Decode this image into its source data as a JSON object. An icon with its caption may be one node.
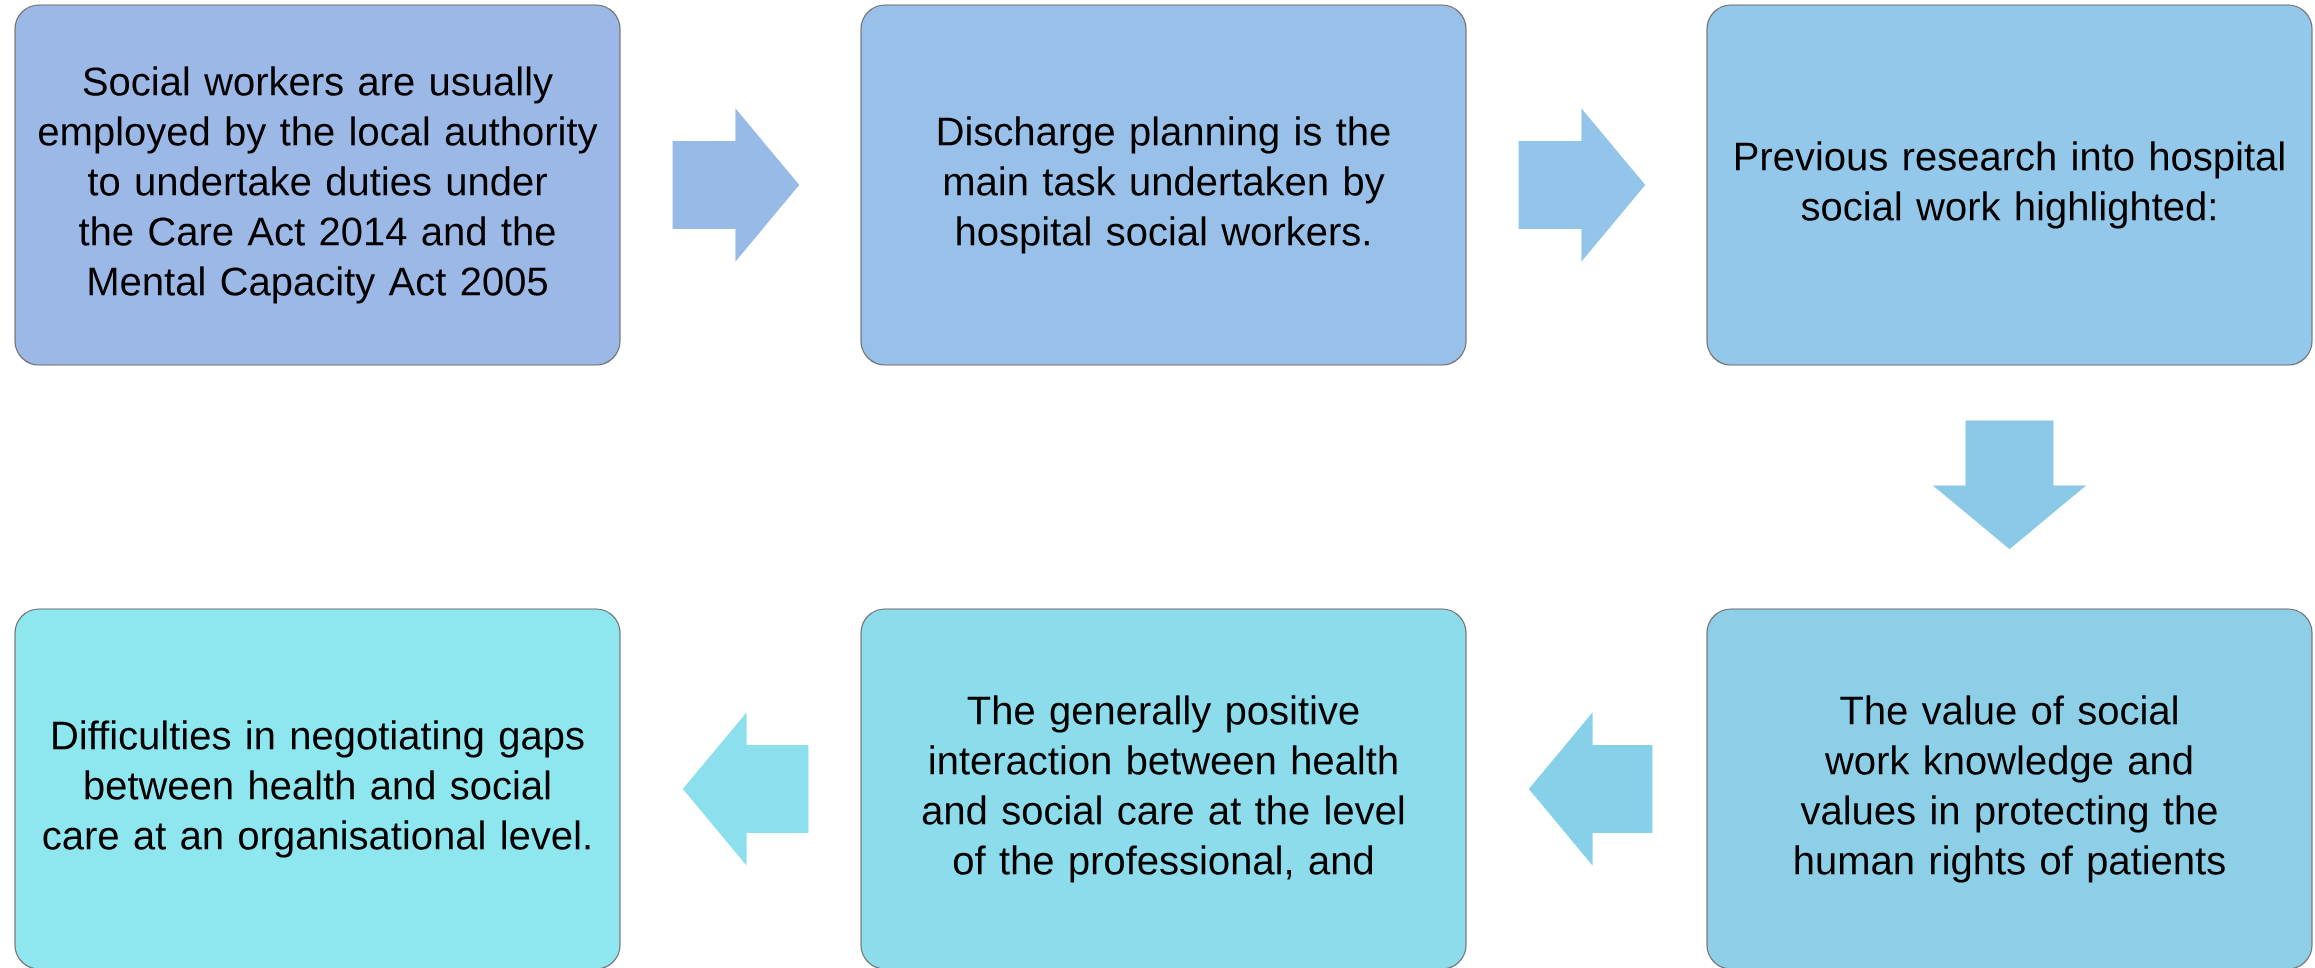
{
  "diagram": {
    "nodes": [
      {
        "text": [
          "Social workers are usually employed by the local authority to undertake duties under the Care Act 2014 and the Mental Capacity Act 2005"
        ]
      },
      {
        "text": [
          "Discharge planning is the main task undertaken by hospital social workers."
        ]
      },
      {
        "text": [
          "Previous research into hospital social work highlighted:"
        ]
      },
      {
        "text": [
          "The value of social work knowledge and values in protecting the human rights of patients"
        ]
      },
      {
        "text": [
          "The generally positive interaction between health and social care at the level of the professional, and"
        ]
      },
      {
        "text": [
          "Difficulties in negotiating gaps between health and social care at an organisational level."
        ]
      }
    ],
    "edges": [
      {
        "from": 0,
        "to": 1,
        "arrow": "to"
      },
      {
        "from": 1,
        "to": 2,
        "arrow": "to"
      },
      {
        "from": 2,
        "to": 3,
        "arrow": "to"
      },
      {
        "from": 3,
        "to": 4,
        "arrow": "to"
      },
      {
        "from": 4,
        "to": 5,
        "arrow": "to"
      }
    ]
  }
}
